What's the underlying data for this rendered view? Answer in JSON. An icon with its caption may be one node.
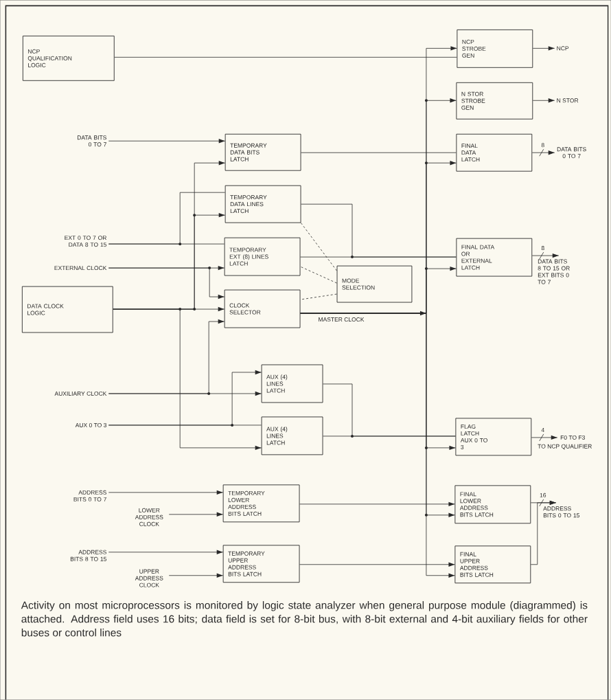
{
  "diagram": {
    "caption": "Activity on most microprocessors is monitored by logic state analyzer when general purpose module (diagrammed) is attached. Address field uses 16 bits; data field is set for 8-bit bus, with 8-bit external and 4-bit auxiliary fields for other buses or control lines",
    "nodes": [
      {
        "text": [
          "NCP QUALIFICATION LOGIC"
        ]
      },
      {
        "text": [
          "NCP STROBE GEN"
        ]
      },
      {
        "text": [
          "N STOR STROBE GEN"
        ]
      },
      {
        "text": [
          "DATA BITS 0 TO 7"
        ]
      },
      {
        "text": [
          "TEMPORARY DATA BITS LATCH"
        ]
      },
      {
        "text": [
          "FINAL DATA LATCH"
        ]
      },
      {
        "text": [
          "TEMPORARY DATA LINES LATCH"
        ]
      },
      {
        "text": [
          "EXT 0 TO 7 OR DATA 8 TO 15"
        ]
      },
      {
        "text": [
          "TEMPORARY EXT (8) LINES LATCH"
        ]
      },
      {
        "text": [
          "EXTERNAL CLOCK"
        ]
      },
      {
        "text": [
          "FINAL DATA OR EXTERNAL LATCH"
        ]
      },
      {
        "text": [
          "MODE SELECTION"
        ]
      },
      {
        "text": [
          "DATA CLOCK LOGIC"
        ]
      },
      {
        "text": [
          "CLOCK SELECTOR"
        ]
      },
      {
        "text": [
          "AUXILIARY CLOCK"
        ]
      },
      {
        "text": [
          "AUX (4) LINES LATCH"
        ]
      },
      {
        "text": [
          "AUX 0 TO 3"
        ]
      },
      {
        "text": [
          "AUX (4) LINES LATCH"
        ]
      },
      {
        "text": [
          "FLAG LATCH AUX 0 TO 3"
        ]
      },
      {
        "text": [
          "ADDRESS BITS 0 TO 7"
        ]
      },
      {
        "text": [
          "LOWER ADDRESS CLOCK"
        ]
      },
      {
        "text": [
          "TEMPORARY LOWER ADDRESS BITS LATCH"
        ]
      },
      {
        "text": [
          "FINAL LOWER ADDRESS BITS LATCH"
        ]
      },
      {
        "text": [
          "ADDRESS BITS 8 TO 15"
        ]
      },
      {
        "text": [
          "UPPER ADDRESS CLOCK"
        ]
      },
      {
        "text": [
          "TEMPORARY UPPER ADDRESS BITS LATCH"
        ]
      },
      {
        "text": [
          "FINAL UPPER ADDRESS BITS LATCH"
        ]
      },
      {
        "text": [
          "NCP"
        ]
      },
      {
        "text": [
          "N STOR"
        ]
      },
      {
        "text": [
          "DATA BITS 0 TO 7"
        ]
      },
      {
        "text": [
          "DATA BITS 8 TO 15 OR EXT BITS 0 TO 7"
        ]
      },
      {
        "text": [
          "F0 TO F3"
        ],
        "beside": [
          "TO NCP QUALIFIER"
        ]
      },
      {
        "text": [
          "ADDRESS BITS 0 TO 15"
        ]
      }
    ],
    "edges": [
      {
        "from": 0,
        "to": 1,
        "arrow": "none"
      },
      {
        "from": 1,
        "to": 27,
        "arrow": "to"
      },
      {
        "from": 2,
        "to": 28,
        "arrow": "to"
      },
      {
        "from": 4,
        "to": 5,
        "arrow": "none"
      },
      {
        "from": 5,
        "to": 29,
        "arrow": "to",
        "label": "8"
      },
      {
        "from": 3,
        "to": 4,
        "arrow": "to"
      },
      {
        "from": 7,
        "to": 8,
        "arrow": "none"
      },
      {
        "from": 7,
        "to": 6,
        "arrow": "none"
      },
      {
        "from": 9,
        "to": 8,
        "arrow": "to"
      },
      {
        "from": 9,
        "to": 13,
        "arrow": "to"
      },
      {
        "from": 12,
        "to": 13,
        "arrow": "to"
      },
      {
        "from": 12,
        "to": 4,
        "arrow": "to"
      },
      {
        "from": 12,
        "to": 6,
        "arrow": "to"
      },
      {
        "from": 12,
        "to": 17,
        "arrow": "to"
      },
      {
        "from": 14,
        "to": 15,
        "arrow": "to"
      },
      {
        "from": 14,
        "to": 13,
        "arrow": "to"
      },
      {
        "from": 16,
        "to": 17,
        "arrow": "none"
      },
      {
        "from": 16,
        "to": 15,
        "arrow": "to"
      },
      {
        "from": 6,
        "to": 10,
        "arrow": "none"
      },
      {
        "from": 8,
        "to": 10,
        "arrow": "none"
      },
      {
        "from": 10,
        "to": 30,
        "arrow": "to",
        "label": "8"
      },
      {
        "from": 11,
        "to": 6,
        "arrow": "none",
        "style": "dashed"
      },
      {
        "from": 11,
        "to": 8,
        "arrow": "none",
        "style": "dashed"
      },
      {
        "from": 11,
        "to": 13,
        "arrow": "none",
        "style": "dashed"
      },
      {
        "from": 13,
        "to": 1,
        "arrow": "to",
        "label": "MASTER CLOCK"
      },
      {
        "from": 13,
        "to": 2,
        "arrow": "to"
      },
      {
        "from": 13,
        "to": 5,
        "arrow": "to"
      },
      {
        "from": 13,
        "to": 10,
        "arrow": "to"
      },
      {
        "from": 13,
        "to": 18,
        "arrow": "to"
      },
      {
        "from": 13,
        "to": 22,
        "arrow": "to"
      },
      {
        "from": 13,
        "to": 26,
        "arrow": "to"
      },
      {
        "from": 15,
        "to": 18,
        "arrow": "none"
      },
      {
        "from": 17,
        "to": 18,
        "arrow": "none"
      },
      {
        "from": 18,
        "to": 31,
        "arrow": "to",
        "label": "4"
      },
      {
        "from": 19,
        "to": 21,
        "arrow": "to"
      },
      {
        "from": 20,
        "to": 21,
        "arrow": "to"
      },
      {
        "from": 21,
        "to": 22,
        "arrow": "to"
      },
      {
        "from": 22,
        "to": 32,
        "arrow": "to",
        "label": "16"
      },
      {
        "from": 26,
        "to": 32,
        "arrow": "to"
      },
      {
        "from": 23,
        "to": 25,
        "arrow": "to"
      },
      {
        "from": 24,
        "to": 25,
        "arrow": "to"
      },
      {
        "from": 25,
        "to": 26,
        "arrow": "to"
      }
    ]
  }
}
